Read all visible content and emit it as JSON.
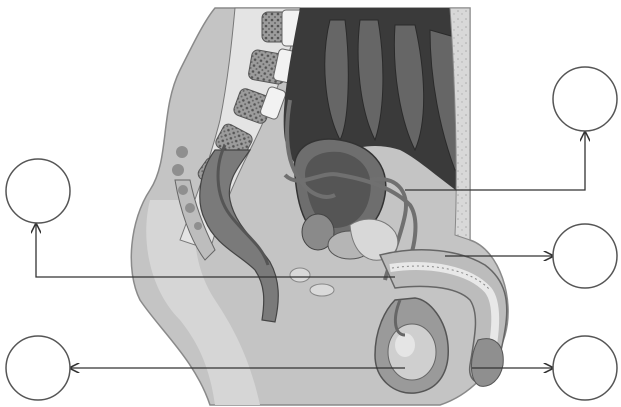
{
  "diagram": {
    "subject": "male-pelvis-sagittal-section",
    "label_circles": [
      {
        "id": "upper-right",
        "text": ""
      },
      {
        "id": "upper-left",
        "text": ""
      },
      {
        "id": "middle-right",
        "text": ""
      },
      {
        "id": "lower-left",
        "text": ""
      },
      {
        "id": "lower-right",
        "text": ""
      }
    ],
    "colors": {
      "background": "#ffffff",
      "skin": "#c2c2c2",
      "tissue": "#a9a9a9",
      "dark_cavity": "#3d3d3d",
      "bone": "#e2e2e2",
      "line": "#444444"
    }
  }
}
